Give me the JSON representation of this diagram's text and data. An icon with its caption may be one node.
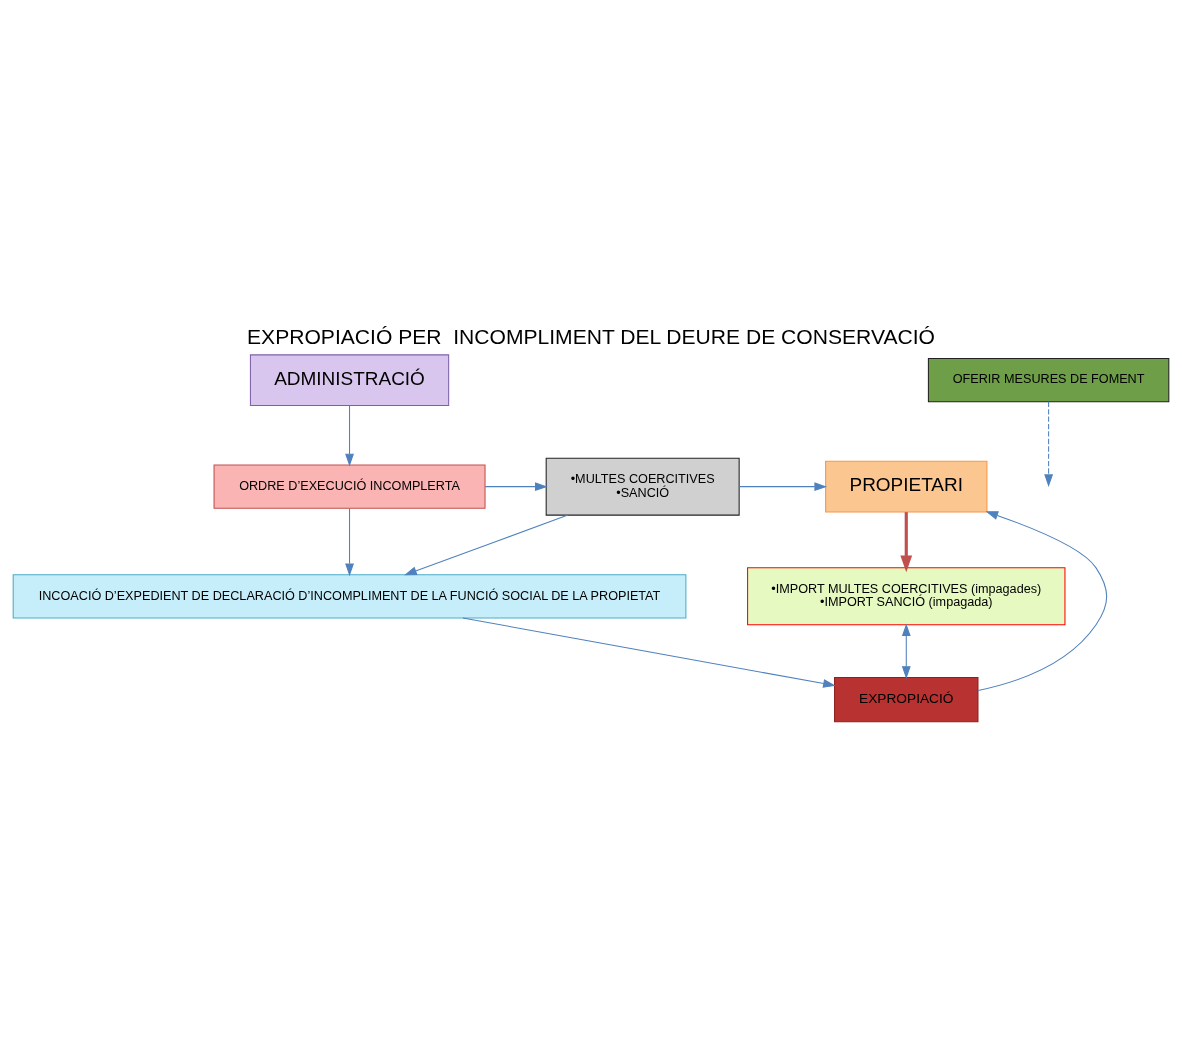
{
  "diagram": {
    "title": "EXPROPIACIÓ PER  INCOMPLIMENT DEL DEURE DE CONSERVACIÓ",
    "nodes": [
      {
        "text": [
          "ADMINISTRACIÓ"
        ]
      },
      {
        "text": [
          "ORDRE D’EXECUCIÓ INCOMPLERTA"
        ]
      },
      {
        "text": [
          "•MULTES COERCITIVES",
          "•SANCIÓ"
        ]
      },
      {
        "text": [
          "PROPIETARI"
        ]
      },
      {
        "text": [
          "OFERIR MESURES DE FOMENT"
        ]
      },
      {
        "text": [
          "•IMPORT MULTES COERCITIVES (impagades)",
          "•IMPORT SANCIÓ (impagada)"
        ]
      },
      {
        "text": [
          "INCOACIÓ D’EXPEDIENT DE DECLARACIÓ D’INCOMPLIMENT DE LA FUNCIÓ SOCIAL DE LA PROPIETAT"
        ]
      },
      {
        "text": [
          "EXPROPIACIÓ"
        ]
      }
    ],
    "edges": [
      {
        "from": 0,
        "to": 1,
        "arrow": "to"
      },
      {
        "from": 1,
        "to": 2,
        "arrow": "to"
      },
      {
        "from": 2,
        "to": 3,
        "arrow": "to"
      },
      {
        "from": 1,
        "to": 6,
        "arrow": "to"
      },
      {
        "from": 4,
        "to": null,
        "arrow": "to",
        "style": "dashed"
      },
      {
        "from": 2,
        "to": 6,
        "arrow": "to"
      },
      {
        "from": 3,
        "to": 5,
        "arrow": "to",
        "style": "thick",
        "color": "#c0504d"
      },
      {
        "from": 5,
        "to": 7,
        "arrow": "both"
      },
      {
        "from": 6,
        "to": 7,
        "arrow": "to"
      },
      {
        "from": 7,
        "to": 3,
        "arrow": "to"
      }
    ]
  }
}
